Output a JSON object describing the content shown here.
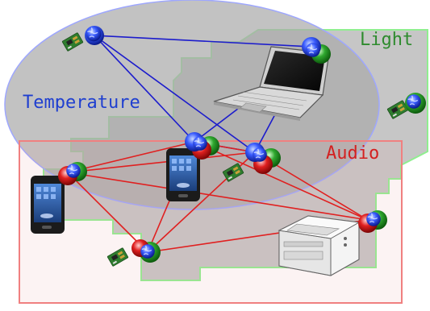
{
  "regions": {
    "light": {
      "label": "Light",
      "color": "#2e8b2e"
    },
    "temperature": {
      "label": "Temperature",
      "color": "#1f3fd0"
    },
    "audio": {
      "label": "Audio",
      "color": "#d42020"
    }
  },
  "link_colors": {
    "temperature": "#1c1ccc",
    "audio": "#e02020"
  },
  "nodes": [
    {
      "id": "mote-top-left",
      "device": "sensor-board"
    },
    {
      "id": "mote-top-right",
      "device": "sensor-board"
    },
    {
      "id": "laptop",
      "device": "laptop"
    },
    {
      "id": "mote-far-right",
      "device": "sensor-board"
    },
    {
      "id": "phone-center",
      "device": "smartphone"
    },
    {
      "id": "hub-center",
      "device": "sensor-board"
    },
    {
      "id": "phone-left",
      "device": "smartphone"
    },
    {
      "id": "mote-bottom",
      "device": "sensor-board"
    },
    {
      "id": "printer",
      "device": "printer"
    }
  ]
}
